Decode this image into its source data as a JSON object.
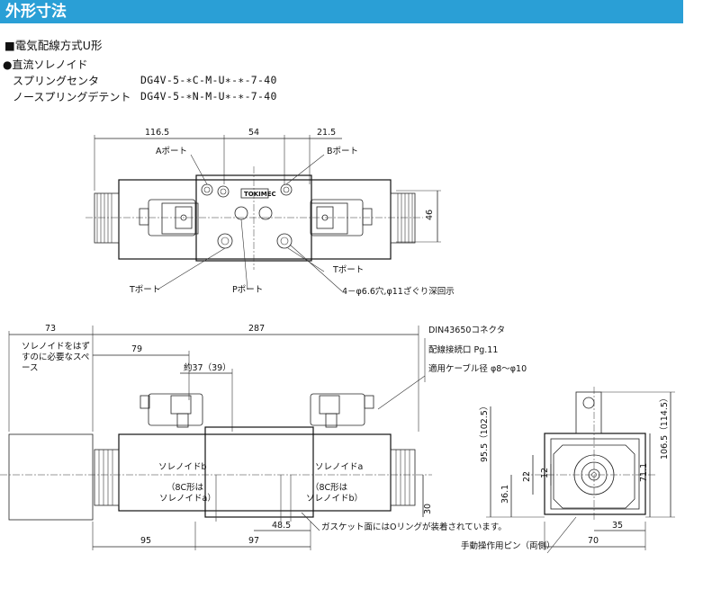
{
  "header": {
    "title": "外形寸法",
    "color": "#2a9fd6"
  },
  "section": "■電気配線方式U形",
  "solenoid_type": "●直流ソレノイド",
  "models": [
    {
      "name": "スプリングセンタ",
      "code": "DG4V-5-∗C-M-U∗-∗-7-40"
    },
    {
      "name": "ノースプリングデテント",
      "code": "DG4V-5-∗N-M-U∗-∗-7-40"
    }
  ],
  "top_view": {
    "dims": {
      "d1": "116.5",
      "d2": "54",
      "d3": "21.5",
      "d4": "46"
    },
    "labels": {
      "a_port": "Aポート",
      "b_port": "Bポート",
      "t_port_right": "Tポート",
      "t_port_left": "Tポート",
      "p_port": "Pポート",
      "holes": "4－φ6.6穴,φ11ざぐり深回示"
    },
    "brand": "TOKIMEC"
  },
  "front_view": {
    "dims": {
      "d73": "73",
      "d287": "287",
      "d79": "79",
      "d37": "約37（39）",
      "d30": "30",
      "d485": "48.5",
      "d95": "95",
      "d97": "97"
    },
    "labels": {
      "note_space": [
        "ソレノイドをはず",
        "すのに必要なスペ",
        "ース"
      ],
      "connector": "DIN43650コネクタ",
      "thread": "配線接続口  Pg.11",
      "cable": "適用ケーブル径  φ8～φ10",
      "sol_b": "ソレノイドb",
      "sol_a": "ソレノイドa",
      "note_left": [
        "（8C形は",
        "ソレノイドa）"
      ],
      "note_right": [
        "（8C形は",
        "ソレノイドb）"
      ],
      "gasket": "ガスケット面にはOリングが装着されています。"
    }
  },
  "side_view": {
    "dims": {
      "d955": "95.5（102.5）",
      "d1065": "106.5（114.5）",
      "d711": "71.1",
      "d361": "36.1",
      "d22": "22",
      "d12": "12",
      "d35": "35",
      "d70": "70"
    },
    "labels": {
      "manual_pin": "手動操作用ピン（両側）"
    }
  }
}
